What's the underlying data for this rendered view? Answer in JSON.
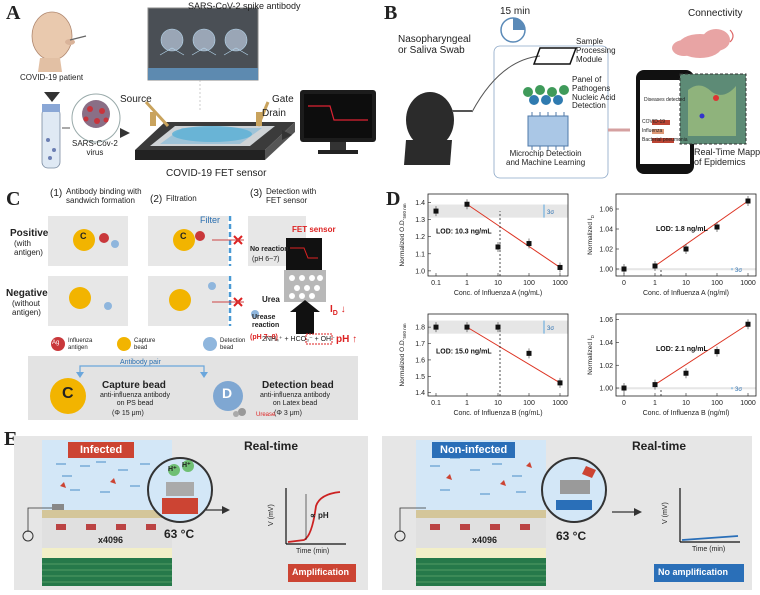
{
  "panels": {
    "a": "A",
    "b": "B",
    "c": "C",
    "d": "D",
    "e": "E"
  },
  "panel_a": {
    "patient_label": "COVID-19 patient",
    "virus_label": "SARS-Cov-2\nvirus",
    "antibody_label": "SARS-CoV-2 spike antibody",
    "source": "Source",
    "gate": "Gate",
    "drain": "Drain",
    "sensor": "COVID-19 FET sensor"
  },
  "panel_b": {
    "swab": "Nasopharyngeal\nor Saliva Swab",
    "time": "15 min",
    "sample_module": "Sample\nProcessing\nModule",
    "panel_pathogens": "Panel of\nPathogens\nNucleic Acid\nDetection",
    "microchip": "Microchip Detectioin\nand Machine Learning",
    "connectivity": "Connectivity",
    "phone_title": "Diseases detected",
    "phone_items": [
      "COVID-19",
      "Influenza",
      "Bacterial pneumonia"
    ],
    "mapping": "Real-Time Mapping\nof Epidemics"
  },
  "panel_c": {
    "step1": "(1)",
    "step1_text": "Antibody binding with\nsandwich formation",
    "step2": "(2)",
    "step2_text": "Filtration",
    "step3": "(3)",
    "step3_text": "Detection with\nFET sensor",
    "filter": "Filter",
    "positive": "Positive",
    "positive_sub": "(with\nantigen)",
    "negative": "Negative",
    "negative_sub": "(without\nantigen)",
    "no_reaction": "No reaction",
    "no_reaction_ph": "(pH 6~7)",
    "urease_reaction": "Urease\nreaction",
    "urease_ph": "(pH 7~8)",
    "urea": "Urea",
    "products": "2NH₄⁺ + HCO₃⁻ + OH⁻",
    "fet_sensor": "FET sensor",
    "id_label": "I",
    "id_sub": "D",
    "id_arrow": "↓",
    "ph_label": "pH ↑",
    "legend": [
      "Influenza\nantigen",
      "Capture\nbead",
      "Detection\nbead"
    ],
    "ag": "Ag",
    "c": "C",
    "d": "D",
    "antibody_pair": "Antibody pair",
    "capture_title": "Capture bead",
    "capture_desc": "anti-influenza antibody\non PS bead",
    "capture_size": "(Φ 15 μm)",
    "detection_title": "Detection bead",
    "detection_desc": "anti-influenza antibody\non Latex bead",
    "detection_size": "(Φ 3 μm)",
    "urease": "Urease"
  },
  "chart_data": [
    {
      "type": "scatter",
      "ylabel": "Normalized O.D.",
      "ylabel_sub": "560 nm",
      "xlabel": "Conc. of Influenza A (ng/mL)",
      "xscale": "log",
      "x_ticks": [
        "0.1",
        "1",
        "10",
        "100",
        "1000"
      ],
      "y_ticks": [
        "1.0",
        "1.1",
        "1.2",
        "1.3",
        "1.4"
      ],
      "ylim": [
        0.97,
        1.45
      ],
      "x": [
        0.1,
        1,
        10,
        100,
        1000
      ],
      "y": [
        1.35,
        1.39,
        1.14,
        1.16,
        1.02
      ],
      "lod": "LOD: 10.3 ng/mL",
      "sigma": "3σ"
    },
    {
      "type": "scatter",
      "ylabel": "Normalized I",
      "ylabel_sub": "D",
      "xlabel": "Conc. of Influenza A (ng/ml)",
      "xscale": "log",
      "x_ticks": [
        "0",
        "1",
        "10",
        "100",
        "1000"
      ],
      "y_ticks": [
        "1.00",
        "1.02",
        "1.04",
        "1.06"
      ],
      "ylim": [
        0.993,
        1.075
      ],
      "x": [
        0,
        1,
        10,
        100,
        1000
      ],
      "y": [
        1.0,
        1.003,
        1.02,
        1.042,
        1.068
      ],
      "lod": "LOD: 1.8 ng/mL",
      "sigma": "3σ"
    },
    {
      "type": "scatter",
      "ylabel": "Normalized O.D.",
      "ylabel_sub": "560 nm",
      "xlabel": "Conc. of Influenza B (ng/mL)",
      "xscale": "log",
      "x_ticks": [
        "0.1",
        "1",
        "10",
        "100",
        "1000"
      ],
      "y_ticks": [
        "1.4",
        "1.5",
        "1.6",
        "1.7",
        "1.8"
      ],
      "ylim": [
        1.38,
        1.88
      ],
      "x": [
        0.1,
        1,
        10,
        100,
        1000
      ],
      "y": [
        1.8,
        1.8,
        1.8,
        1.64,
        1.46
      ],
      "lod": "LOD: 15.0 ng/mL",
      "sigma": "3σ"
    },
    {
      "type": "scatter",
      "ylabel": "Normalized I",
      "ylabel_sub": "D",
      "xlabel": "Conc. of Influenza B (ng/ml)",
      "xscale": "log",
      "x_ticks": [
        "0",
        "1",
        "10",
        "100",
        "1000"
      ],
      "y_ticks": [
        "1.00",
        "1.02",
        "1.04",
        "1.06"
      ],
      "ylim": [
        0.993,
        1.065
      ],
      "x": [
        0,
        1,
        10,
        100,
        1000
      ],
      "y": [
        1.0,
        1.003,
        1.013,
        1.032,
        1.056
      ],
      "lod": "LOD: 2.1 ng/mL",
      "sigma": "3σ"
    }
  ],
  "panel_e": {
    "infected": "Infected",
    "non_infected": "Non-infected",
    "real_time": "Real-time",
    "x4096": "x4096",
    "temp": "63 °C",
    "h_plus": "H⁺",
    "v_axis": "V (mV)",
    "time_axis": "Time (min)",
    "delta_ph": "∝ pH",
    "amplification": "Amplification",
    "no_amplification": "No amplification"
  }
}
